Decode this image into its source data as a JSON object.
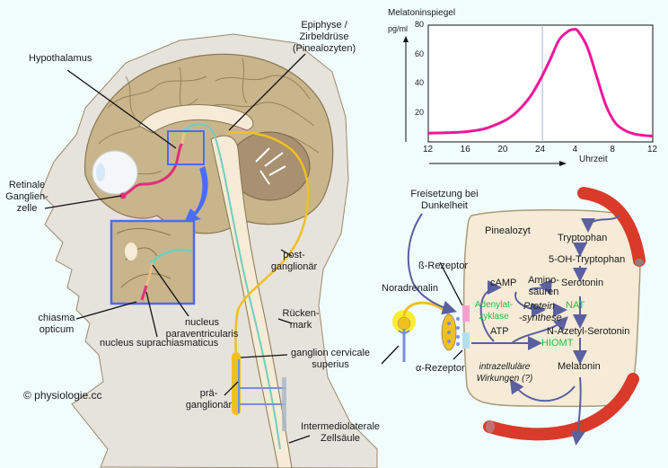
{
  "figure": {
    "copyright": "© physiologie.cc",
    "colors": {
      "background": "#f0fdfc",
      "head": "#e6e2dc",
      "brain": "#c9b58c",
      "pinealocyte": "#f5ebd6",
      "curve": "#f0169a",
      "vessel": "#d93a2a",
      "arrow": "#5a5fa0",
      "green_enzyme": "#22c24a",
      "retina_tract": "#e0307a",
      "spinal_tract": "#6fcfc0",
      "sympathetic_nerve": "#f0c020",
      "highlight_box": "#4a6cf7"
    }
  },
  "anatomy": {
    "labels": {
      "hypothalamus": "Hypothalamus",
      "epiphyse_1": "Epiphyse /",
      "epiphyse_2": "Zirbeldrüse",
      "epiphyse_3": "(Pinealozyten)",
      "retinal_1": "Retinale",
      "retinal_2": "Ganglien-",
      "retinal_3": "zelle",
      "chiasma_1": "chiasma",
      "chiasma_2": "opticum",
      "scn": "nucleus suprachiasmaticus",
      "pvn_1": "nucleus",
      "pvn_2": "paraventricularis",
      "post_1": "post-",
      "post_2": "ganglionär",
      "ruecken_1": "Rücken-",
      "ruecken_2": "mark",
      "gcs_1": "ganglion cervicale",
      "gcs_2": "superius",
      "prae_1": "prä-",
      "prae_2": "ganglionär",
      "iml_1": "Intermediolaterale",
      "iml_2": "Zellsäule"
    }
  },
  "chart_data": {
    "type": "line",
    "title": "Melatoninspiegel",
    "ylabel": "pg/ml",
    "xlabel": "Uhrzeit",
    "x_tick_labels": [
      "12",
      "16",
      "20",
      "24",
      "4",
      "8",
      "12"
    ],
    "y_tick_labels": [
      "20",
      "40",
      "60",
      "80"
    ],
    "ylim": [
      0,
      80
    ],
    "xlim_hours_elapsed": [
      0,
      24
    ],
    "grid": false,
    "reference_line_x_hours": 12.2,
    "series": [
      {
        "name": "Melatoninspiegel",
        "x_hours_elapsed": [
          0,
          2,
          4,
          6,
          8,
          9,
          10,
          11,
          12,
          13,
          14,
          15,
          15.5,
          16,
          17,
          18,
          19,
          20,
          21,
          22,
          23,
          24
        ],
        "labels_clock": [
          "12",
          "14",
          "16",
          "18",
          "20",
          "21",
          "22",
          "23",
          "24",
          "1",
          "2",
          "3",
          "3:30",
          "4",
          "5",
          "6",
          "7",
          "8",
          "9",
          "10",
          "11",
          "12"
        ],
        "values": [
          6,
          6.3,
          7,
          9,
          14,
          18,
          24,
          32,
          43,
          56,
          70,
          76,
          77,
          76,
          65,
          45,
          25,
          13,
          8,
          5.5,
          4.5,
          4
        ]
      }
    ]
  },
  "pathway": {
    "release": [
      "Freisetzung bei",
      "Dunkelheit"
    ],
    "cell": "Pinealozyt",
    "noradrenalin": "Noradrenalin",
    "beta_receptor": "ß-Rezeptor",
    "alpha_receptor": "α-Rezeptor",
    "camp": "cAMP",
    "atp": "ATP",
    "adenylate": [
      "Adenylat-",
      "zyklase"
    ],
    "amino": [
      "Amino-",
      "säuren"
    ],
    "protein": [
      "Protein",
      "-synthese"
    ],
    "nat": "NAT",
    "hiomt": "HIOMT",
    "tryptophan": "Tryptophan",
    "oh_tryptophan": "5-OH-Tryptophan",
    "serotonin": "Serotonin",
    "n_acetyl": "N-Azetyl-Serotonin",
    "melatonin": "Melatonin",
    "intracellular": [
      "intrazelluläre",
      "Wirkungen (?)"
    ]
  }
}
